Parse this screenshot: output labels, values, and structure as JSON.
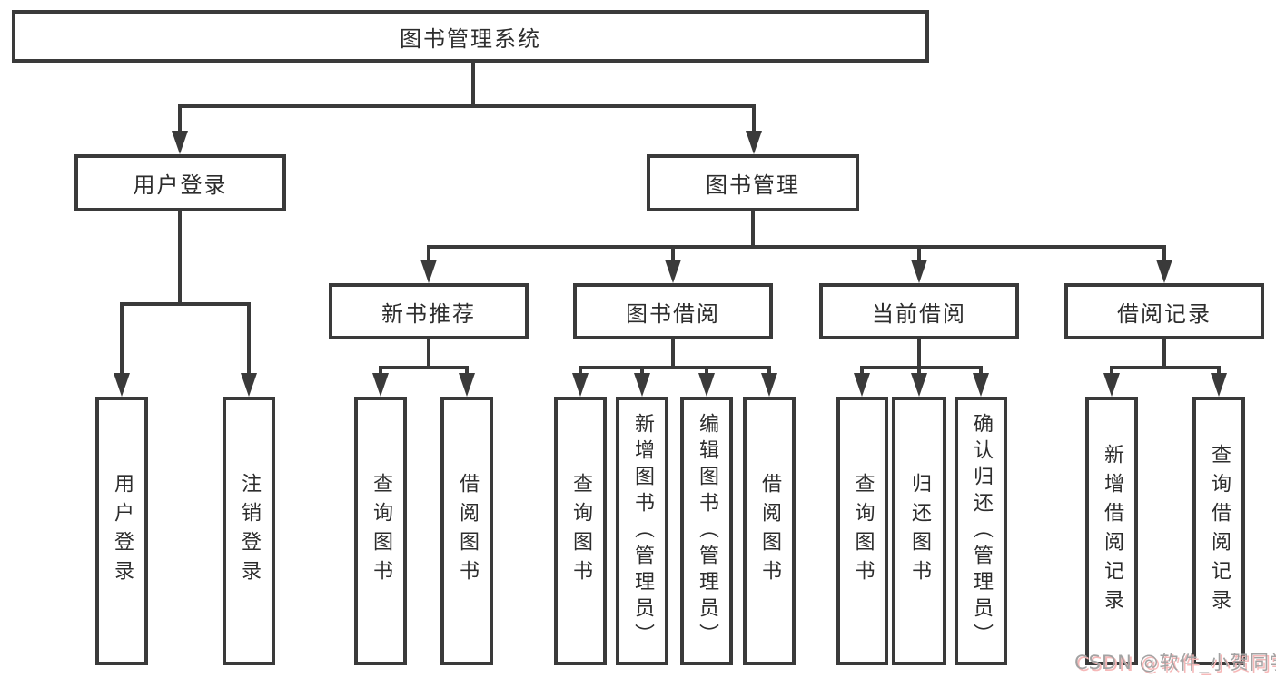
{
  "diagram": {
    "root": {
      "label": "图书管理系统"
    },
    "level2": [
      {
        "label": "用户登录"
      },
      {
        "label": "图书管理"
      }
    ],
    "login_children": [
      "用户登录",
      "注销登录"
    ],
    "management_groups": [
      {
        "label": "新书推荐",
        "children": [
          "查询图书",
          "借阅图书"
        ]
      },
      {
        "label": "图书借阅",
        "children": [
          "查询图书",
          "新增图书（管理员）",
          "编辑图书（管理员）",
          "借阅图书"
        ]
      },
      {
        "label": "当前借阅",
        "children": [
          "查询图书",
          "归还图书",
          "确认归还（管理员）"
        ]
      },
      {
        "label": "借阅记录",
        "children": [
          "新增借阅记录",
          "查询借阅记录"
        ]
      }
    ],
    "colors": {
      "line": "#3a3a3a",
      "text": "#2d2d2d",
      "background": "#ffffff"
    }
  },
  "watermark": {
    "text": "CSDN @软件_小贺同学",
    "color": "#a3a3a3",
    "shadow_color": "#f6b8b8"
  }
}
